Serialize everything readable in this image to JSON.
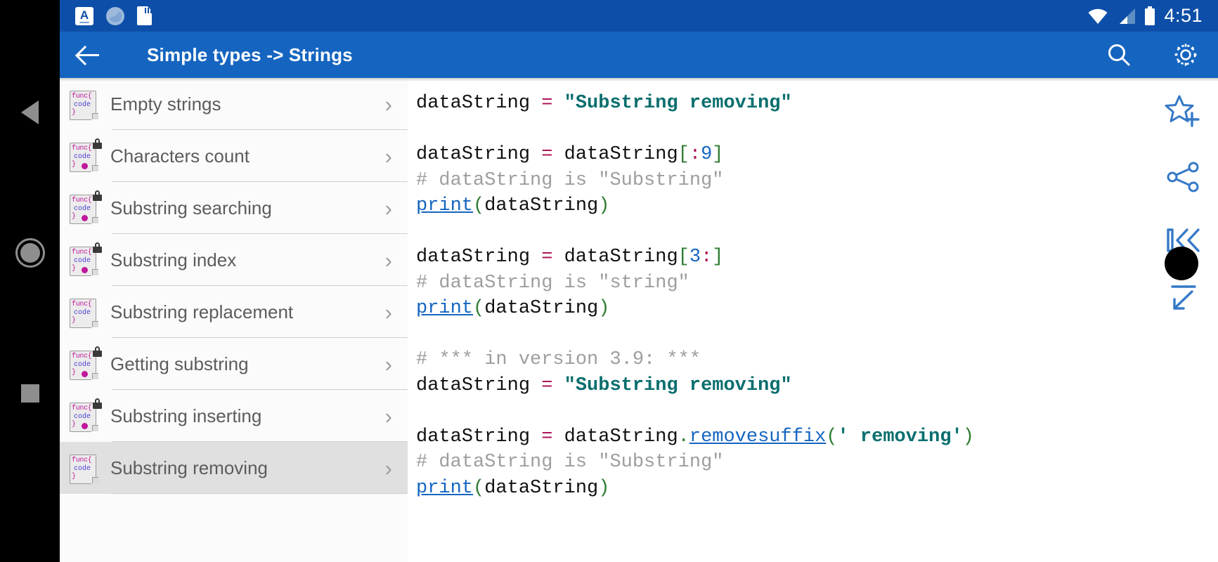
{
  "statusbar": {
    "time": "4:51",
    "icons": [
      "app-notification-icon",
      "sync-icon",
      "sd-card-icon",
      "wifi-icon",
      "cellular-signal-icon",
      "battery-icon"
    ]
  },
  "toolbar": {
    "title": "Simple types -> Strings",
    "back_label": "back-arrow",
    "search_label": "search-icon",
    "settings_label": "gear-icon"
  },
  "sidebar": {
    "items": [
      {
        "label": "Empty strings",
        "locked": false,
        "dot": false,
        "selected": false
      },
      {
        "label": "Characters count",
        "locked": true,
        "dot": true,
        "selected": false
      },
      {
        "label": "Substring searching",
        "locked": true,
        "dot": true,
        "selected": false
      },
      {
        "label": "Substring index",
        "locked": true,
        "dot": true,
        "selected": false
      },
      {
        "label": "Substring replacement",
        "locked": false,
        "dot": false,
        "selected": false
      },
      {
        "label": "Getting substring",
        "locked": true,
        "dot": true,
        "selected": false
      },
      {
        "label": "Substring inserting",
        "locked": true,
        "dot": true,
        "selected": false
      },
      {
        "label": "Substring removing",
        "locked": false,
        "dot": false,
        "selected": true
      }
    ],
    "chevron": "›",
    "icon_text": {
      "line1": "func{",
      "line2": "code",
      "line3": "}"
    }
  },
  "code": {
    "lines": [
      [
        {
          "t": "dataString ",
          "c": "plain"
        },
        {
          "t": "=",
          "c": "eq"
        },
        {
          "t": " ",
          "c": "plain"
        },
        {
          "t": "\"Substring removing\"",
          "c": "str"
        }
      ],
      [],
      [
        {
          "t": "dataString ",
          "c": "plain"
        },
        {
          "t": "=",
          "c": "eq"
        },
        {
          "t": " dataString",
          "c": "plain"
        },
        {
          "t": "[",
          "c": "brk"
        },
        {
          "t": ":",
          "c": "col"
        },
        {
          "t": "9",
          "c": "num"
        },
        {
          "t": "]",
          "c": "brk"
        }
      ],
      [
        {
          "t": "# dataString is \"Substring\"",
          "c": "com"
        }
      ],
      [
        {
          "t": "print",
          "c": "lnk"
        },
        {
          "t": "(",
          "c": "par"
        },
        {
          "t": "dataString",
          "c": "plain"
        },
        {
          "t": ")",
          "c": "par"
        }
      ],
      [],
      [
        {
          "t": "dataString ",
          "c": "plain"
        },
        {
          "t": "=",
          "c": "eq"
        },
        {
          "t": " dataString",
          "c": "plain"
        },
        {
          "t": "[",
          "c": "brk"
        },
        {
          "t": "3",
          "c": "num"
        },
        {
          "t": ":",
          "c": "col"
        },
        {
          "t": "]",
          "c": "brk"
        }
      ],
      [
        {
          "t": "# dataString is \"string\"",
          "c": "com"
        }
      ],
      [
        {
          "t": "print",
          "c": "lnk"
        },
        {
          "t": "(",
          "c": "par"
        },
        {
          "t": "dataString",
          "c": "plain"
        },
        {
          "t": ")",
          "c": "par"
        }
      ],
      [],
      [
        {
          "t": "# *** in version 3.9: ***",
          "c": "com"
        }
      ],
      [
        {
          "t": "dataString ",
          "c": "plain"
        },
        {
          "t": "=",
          "c": "eq"
        },
        {
          "t": " ",
          "c": "plain"
        },
        {
          "t": "\"Substring removing\"",
          "c": "str"
        }
      ],
      [],
      [
        {
          "t": "dataString ",
          "c": "plain"
        },
        {
          "t": "=",
          "c": "eq"
        },
        {
          "t": " dataString",
          "c": "plain"
        },
        {
          "t": ".",
          "c": "dot"
        },
        {
          "t": "removesuffix",
          "c": "lnk"
        },
        {
          "t": "(",
          "c": "par"
        },
        {
          "t": "' removing'",
          "c": "str"
        },
        {
          "t": ")",
          "c": "par"
        }
      ],
      [
        {
          "t": "# dataString is \"Substring\"",
          "c": "com"
        }
      ],
      [
        {
          "t": "print",
          "c": "lnk"
        },
        {
          "t": "(",
          "c": "par"
        },
        {
          "t": "dataString",
          "c": "plain"
        },
        {
          "t": ")",
          "c": "par"
        }
      ]
    ]
  },
  "rail": {
    "buttons": [
      "add-to-favorites-star-icon",
      "share-icon",
      "skip-to-start-icon",
      "collapse-down-left-icon"
    ]
  },
  "navbar": {
    "buttons": [
      "back-triangle-button",
      "home-circle-button",
      "recents-square-button"
    ]
  },
  "colors": {
    "status_bar": "#0d4fa8",
    "toolbar": "#1565c0",
    "accent": "#1565c0",
    "selected_row": "#e0e0e0",
    "string": "#0b6e6e",
    "comment": "#9e9e9e",
    "operator": "#ad1457",
    "bracket": "#2e7d32",
    "number": "#1565c0",
    "icon_magenta": "#c2179b",
    "icon_violet": "#4b3fcf"
  }
}
